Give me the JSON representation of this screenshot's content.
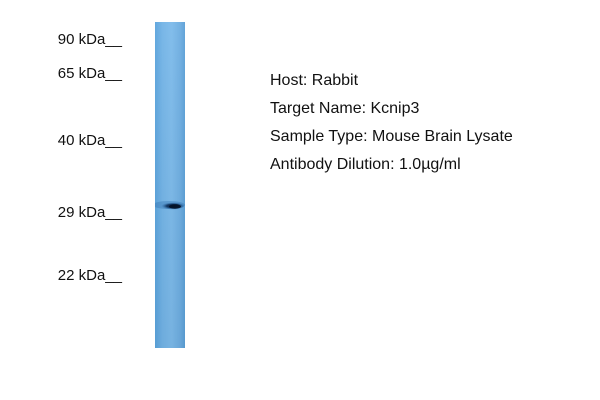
{
  "markers": [
    {
      "label": "90 kDa__"
    },
    {
      "label": "65 kDa__"
    },
    {
      "label": "40 kDa__"
    },
    {
      "label": "29 kDa__"
    },
    {
      "label": "22 kDa__"
    }
  ],
  "info": {
    "host": "Host: Rabbit",
    "target": "Target Name: Kcnip3",
    "sample": "Sample Type: Mouse Brain Lysate",
    "dilution": "Antibody Dilution: 1.0µg/ml"
  },
  "colors": {
    "lane_blue": "#72b3e6",
    "band_dark": "#061a36"
  }
}
